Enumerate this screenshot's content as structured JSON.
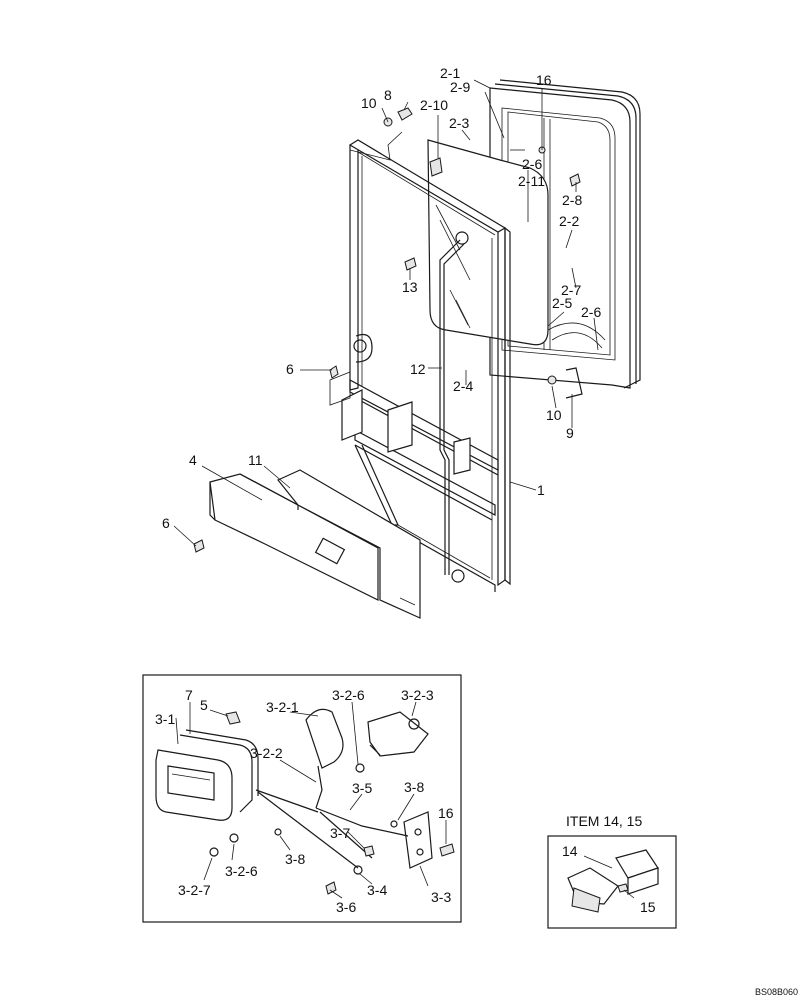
{
  "labels": {
    "l_2_1": "2-1",
    "l_16_top": "16",
    "l_2_9": "2-9",
    "l_10_top": "10",
    "l_8": "8",
    "l_2_10": "2-10",
    "l_2_3": "2-3",
    "l_2_6_top": "2-6",
    "l_2_11": "2-11",
    "l_2_8": "2-8",
    "l_2_2": "2-2",
    "l_13": "13",
    "l_2_7": "2-7",
    "l_2_5": "2-5",
    "l_2_6_low": "2-6",
    "l_6_mid": "6",
    "l_12": "12",
    "l_2_4": "2-4",
    "l_10_mid": "10",
    "l_9": "9",
    "l_4": "4",
    "l_11": "11",
    "l_1": "1",
    "l_6_low": "6",
    "l_7": "7",
    "l_5": "5",
    "l_3_2_1": "3-2-1",
    "l_3_2_6_top": "3-2-6",
    "l_3_2_3": "3-2-3",
    "l_3_1": "3-1",
    "l_3_2_2": "3-2-2",
    "l_3_8_top": "3-8",
    "l_3_5": "3-5",
    "l_16_box": "16",
    "l_3_7": "3-7",
    "l_3_8_low": "3-8",
    "l_3_2_6_low": "3-2-6",
    "l_3_2_7": "3-2-7",
    "l_3_4": "3-4",
    "l_3_6": "3-6",
    "l_3_3": "3-3",
    "l_14": "14",
    "l_15": "15"
  },
  "inset": {
    "title": "ITEM 14, 15"
  },
  "drawing_code": "BS08B060"
}
